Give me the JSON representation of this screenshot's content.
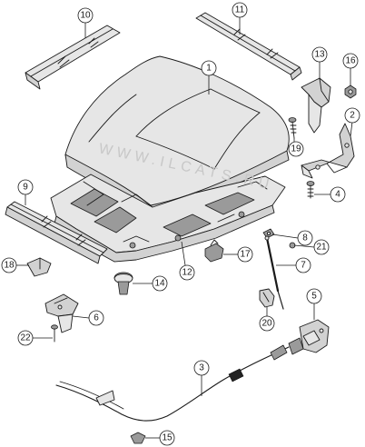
{
  "watermark": "WWW.ILCATS.RU",
  "callouts": [
    {
      "id": "callout-1",
      "label": "1"
    },
    {
      "id": "callout-2",
      "label": "2"
    },
    {
      "id": "callout-3",
      "label": "3"
    },
    {
      "id": "callout-4",
      "label": "4"
    },
    {
      "id": "callout-5",
      "label": "5"
    },
    {
      "id": "callout-6",
      "label": "6"
    },
    {
      "id": "callout-7",
      "label": "7"
    },
    {
      "id": "callout-8",
      "label": "8"
    },
    {
      "id": "callout-9",
      "label": "9"
    },
    {
      "id": "callout-10",
      "label": "10"
    },
    {
      "id": "callout-11",
      "label": "11"
    },
    {
      "id": "callout-12",
      "label": "12"
    },
    {
      "id": "callout-13",
      "label": "13"
    },
    {
      "id": "callout-14",
      "label": "14"
    },
    {
      "id": "callout-15",
      "label": "15"
    },
    {
      "id": "callout-16",
      "label": "16"
    },
    {
      "id": "callout-17",
      "label": "17"
    },
    {
      "id": "callout-18",
      "label": "18"
    },
    {
      "id": "callout-19",
      "label": "19"
    },
    {
      "id": "callout-20",
      "label": "20"
    },
    {
      "id": "callout-21",
      "label": "21"
    },
    {
      "id": "callout-22",
      "label": "22"
    }
  ]
}
